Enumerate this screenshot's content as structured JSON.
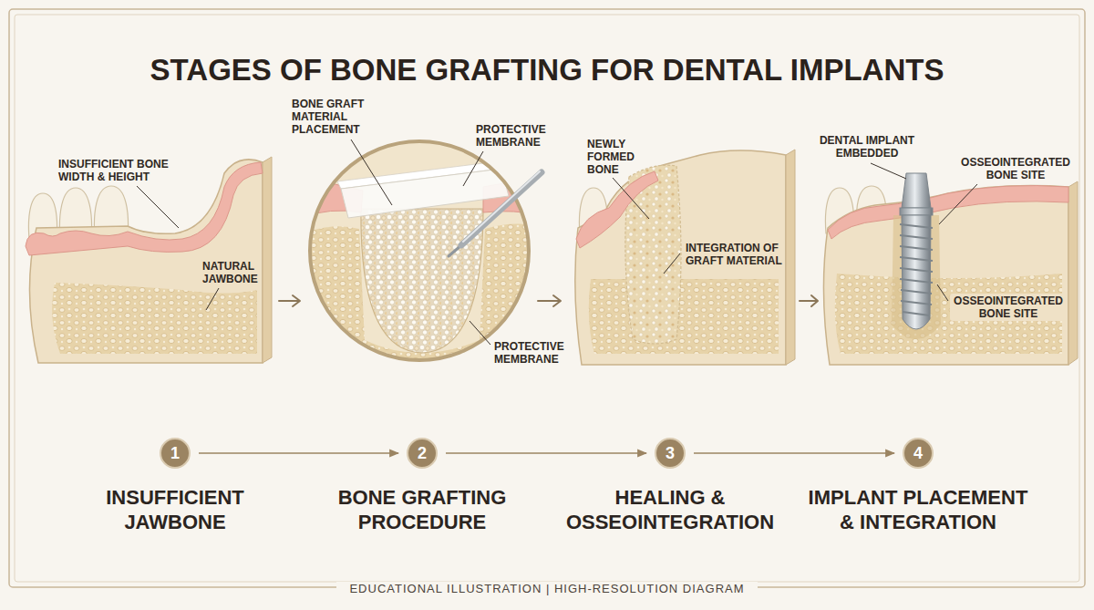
{
  "diagram": {
    "title": "STAGES OF BONE GRAFTING FOR DENTAL IMPLANTS",
    "caption": "EDUCATIONAL ILLUSTRATION | HIGH-RESOLUTION DIAGRAM",
    "nodes": [
      {
        "text": [
          "1",
          "INSUFFICIENT JAWBONE"
        ]
      },
      {
        "text": [
          "2",
          "BONE GRAFTING PROCEDURE"
        ]
      },
      {
        "text": [
          "3",
          "HEALING & OSSEOINTEGRATION"
        ]
      },
      {
        "text": [
          "4",
          "IMPLANT PLACEMENT & INTEGRATION"
        ]
      }
    ],
    "edges": [
      {
        "from": 0,
        "to": 1,
        "arrow": "to"
      },
      {
        "from": 1,
        "to": 2,
        "arrow": "to"
      },
      {
        "from": 2,
        "to": 3,
        "arrow": "to"
      }
    ],
    "labels": [
      "INSUFFICIENT BONE WIDTH & HEIGHT",
      "NATURAL JAWBONE",
      "BONE GRAFT MATERIAL PLACEMENT",
      "PROTECTIVE MEMBRANE",
      "PROTECTIVE MEMBRANE",
      "NEWLY FORMED BONE",
      "INTEGRATION OF GRAFT MATERIAL",
      "DENTAL IMPLANT EMBEDDED",
      "OSSEOINTEGRATED BONE SITE",
      "OSSEOINTEGRATED BONE SITE"
    ]
  }
}
